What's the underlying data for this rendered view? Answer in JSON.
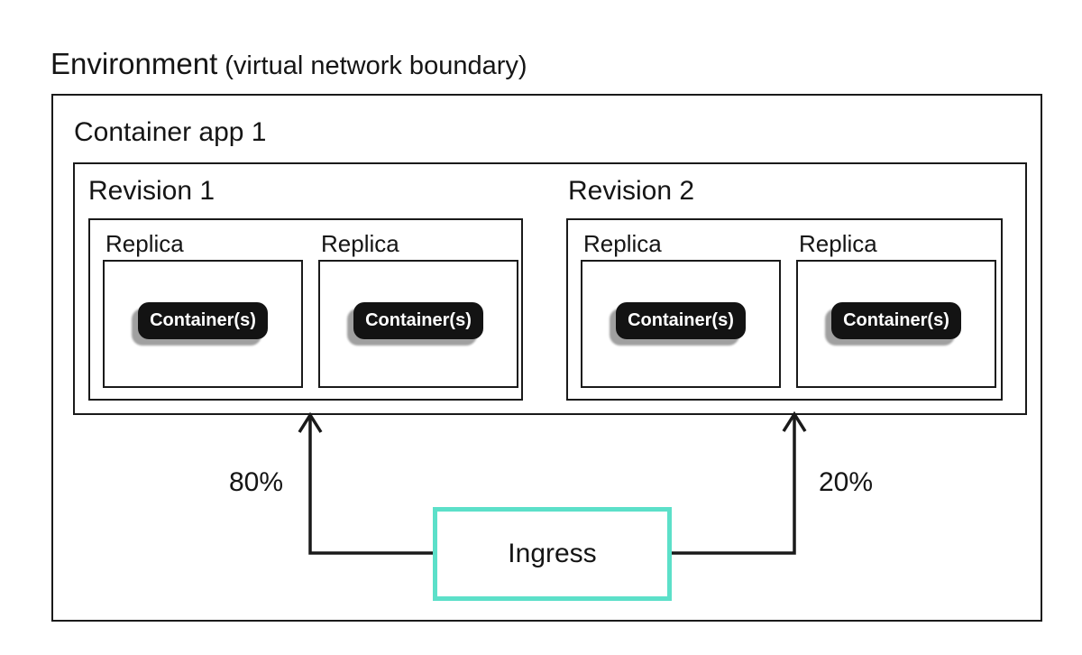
{
  "title": {
    "environment": "Environment",
    "boundary_note": "(virtual network boundary)"
  },
  "container_app": {
    "label": "Container app 1",
    "revisions": [
      {
        "label": "Revision 1",
        "traffic_percent": "80%",
        "replicas": [
          {
            "label": "Replica",
            "containers_label": "Container(s)"
          },
          {
            "label": "Replica",
            "containers_label": "Container(s)"
          }
        ]
      },
      {
        "label": "Revision 2",
        "traffic_percent": "20%",
        "replicas": [
          {
            "label": "Replica",
            "containers_label": "Container(s)"
          },
          {
            "label": "Replica",
            "containers_label": "Container(s)"
          }
        ]
      }
    ]
  },
  "ingress": {
    "label": "Ingress"
  },
  "colors": {
    "line": "#1a1a1a",
    "ingress_border": "#5CE0C9",
    "badge_bg": "#131313",
    "badge_text": "#ffffff",
    "badge_shadow": "#a0a0a0"
  }
}
